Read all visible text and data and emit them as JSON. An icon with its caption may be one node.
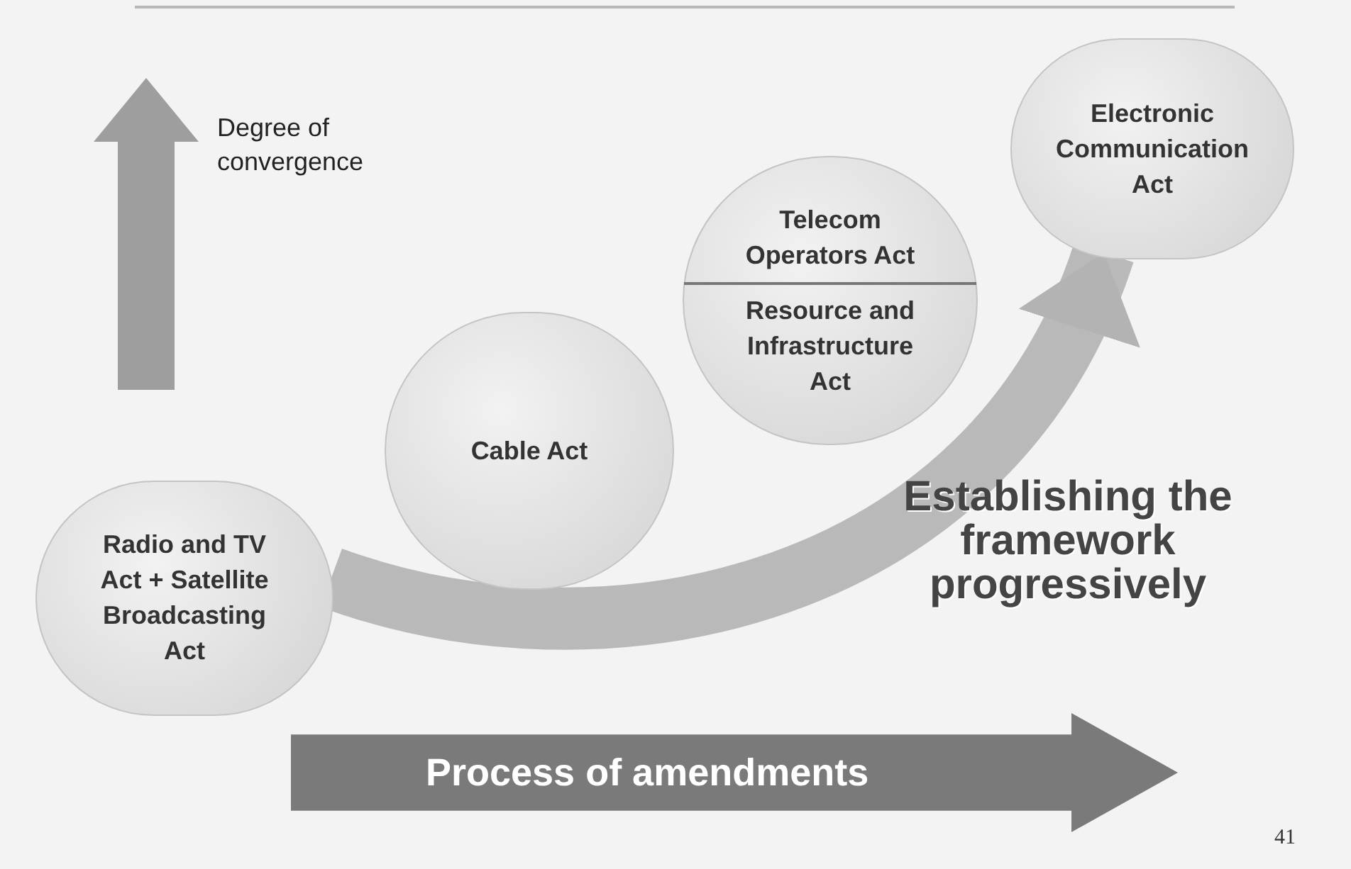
{
  "diagram": {
    "nodes": [
      {
        "text": [
          "Radio and TV Act + Satellite Broadcasting Act"
        ]
      },
      {
        "text": [
          "Cable Act"
        ]
      },
      {
        "text": [
          "Telecom Operators Act",
          "Resource and Infrastructure Act"
        ]
      },
      {
        "text": [
          "Electronic Communication Act"
        ]
      },
      {
        "text": [
          "Process of amendments"
        ]
      }
    ],
    "edges": [
      {
        "from": 0,
        "to": 3,
        "arrow": "to"
      }
    ],
    "labels": [
      "Degree of convergence",
      "Establishing the framework progressively",
      "41"
    ]
  }
}
